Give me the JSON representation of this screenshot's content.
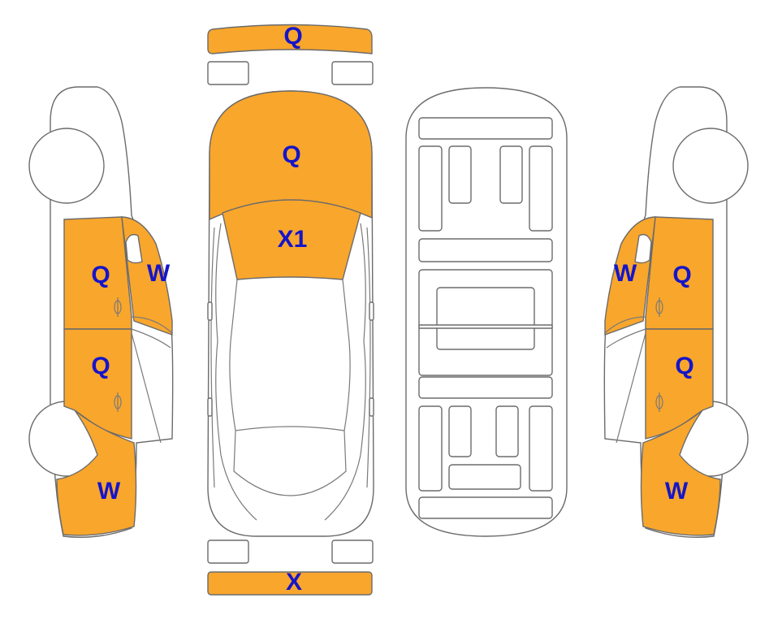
{
  "colors": {
    "damage_fill": "#f9a62c",
    "label_text": "#1515c9",
    "outline": "#6b6b6b",
    "background": "#ffffff"
  },
  "labels": {
    "front_bumper": "Q",
    "hood": "Q",
    "windshield": "X1",
    "rear_bumper": "X",
    "left_front_door": "Q",
    "left_rear_door": "Q",
    "left_a_pillar": "W",
    "left_quarter_panel": "W",
    "right_front_door": "Q",
    "right_rear_door": "Q",
    "right_a_pillar": "W",
    "right_quarter_panel": "W"
  }
}
